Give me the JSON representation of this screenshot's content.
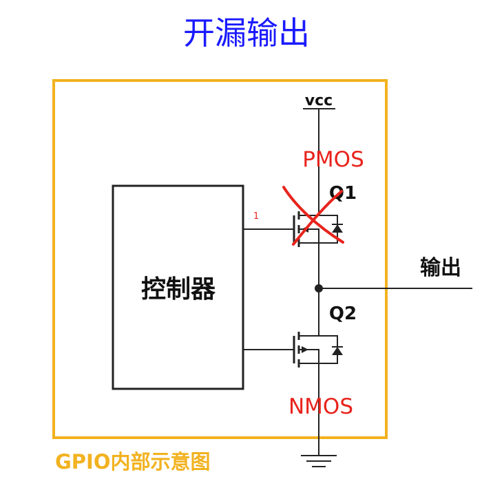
{
  "title": "开漏输出",
  "vcc_label": "vcc",
  "pmos_label": "PMOS",
  "q1_label": "Q1",
  "q2_label": "Q2",
  "nmos_label": "NMOS",
  "controller_label": "控制器",
  "output_label": "输出",
  "pin_number": "1",
  "gpio_caption": "GPIO内部示意图",
  "colors": {
    "title": "#1a1aff",
    "frame": "#f2b21f",
    "annotation": "#e8231c",
    "wire": "#222222"
  },
  "icons": [
    "cross-out-mark",
    "ground-symbol",
    "mosfet-symbol",
    "diode-symbol",
    "junction-dot"
  ]
}
